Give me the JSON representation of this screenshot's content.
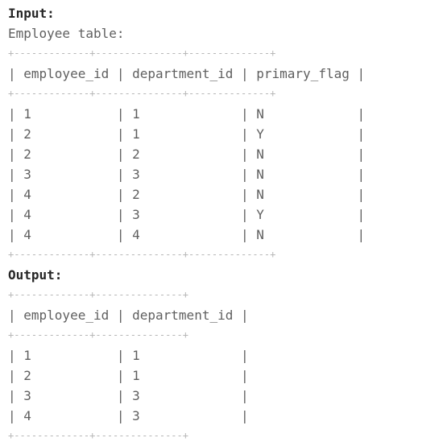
{
  "input_label": "Input:",
  "input_caption": "Employee table:",
  "input_table": {
    "lines": [
      "+-------------+---------------+--------------+",
      "| employee_id | department_id | primary_flag |",
      "+-------------+---------------+--------------+",
      "| 1           | 1             | N            |",
      "| 2           | 1             | Y            |",
      "| 2           | 2             | N            |",
      "| 3           | 3             | N            |",
      "| 4           | 2             | N            |",
      "| 4           | 3             | Y            |",
      "| 4           | 4             | N            |",
      "+-------------+---------------+--------------+"
    ]
  },
  "output_label": "Output:",
  "output_table": {
    "lines": [
      "+-------------+---------------+",
      "| employee_id | department_id |",
      "+-------------+---------------+",
      "| 1           | 1             |",
      "| 2           | 1             |",
      "| 3           | 3             |",
      "| 4           | 3             |",
      "+-------------+---------------+"
    ]
  }
}
